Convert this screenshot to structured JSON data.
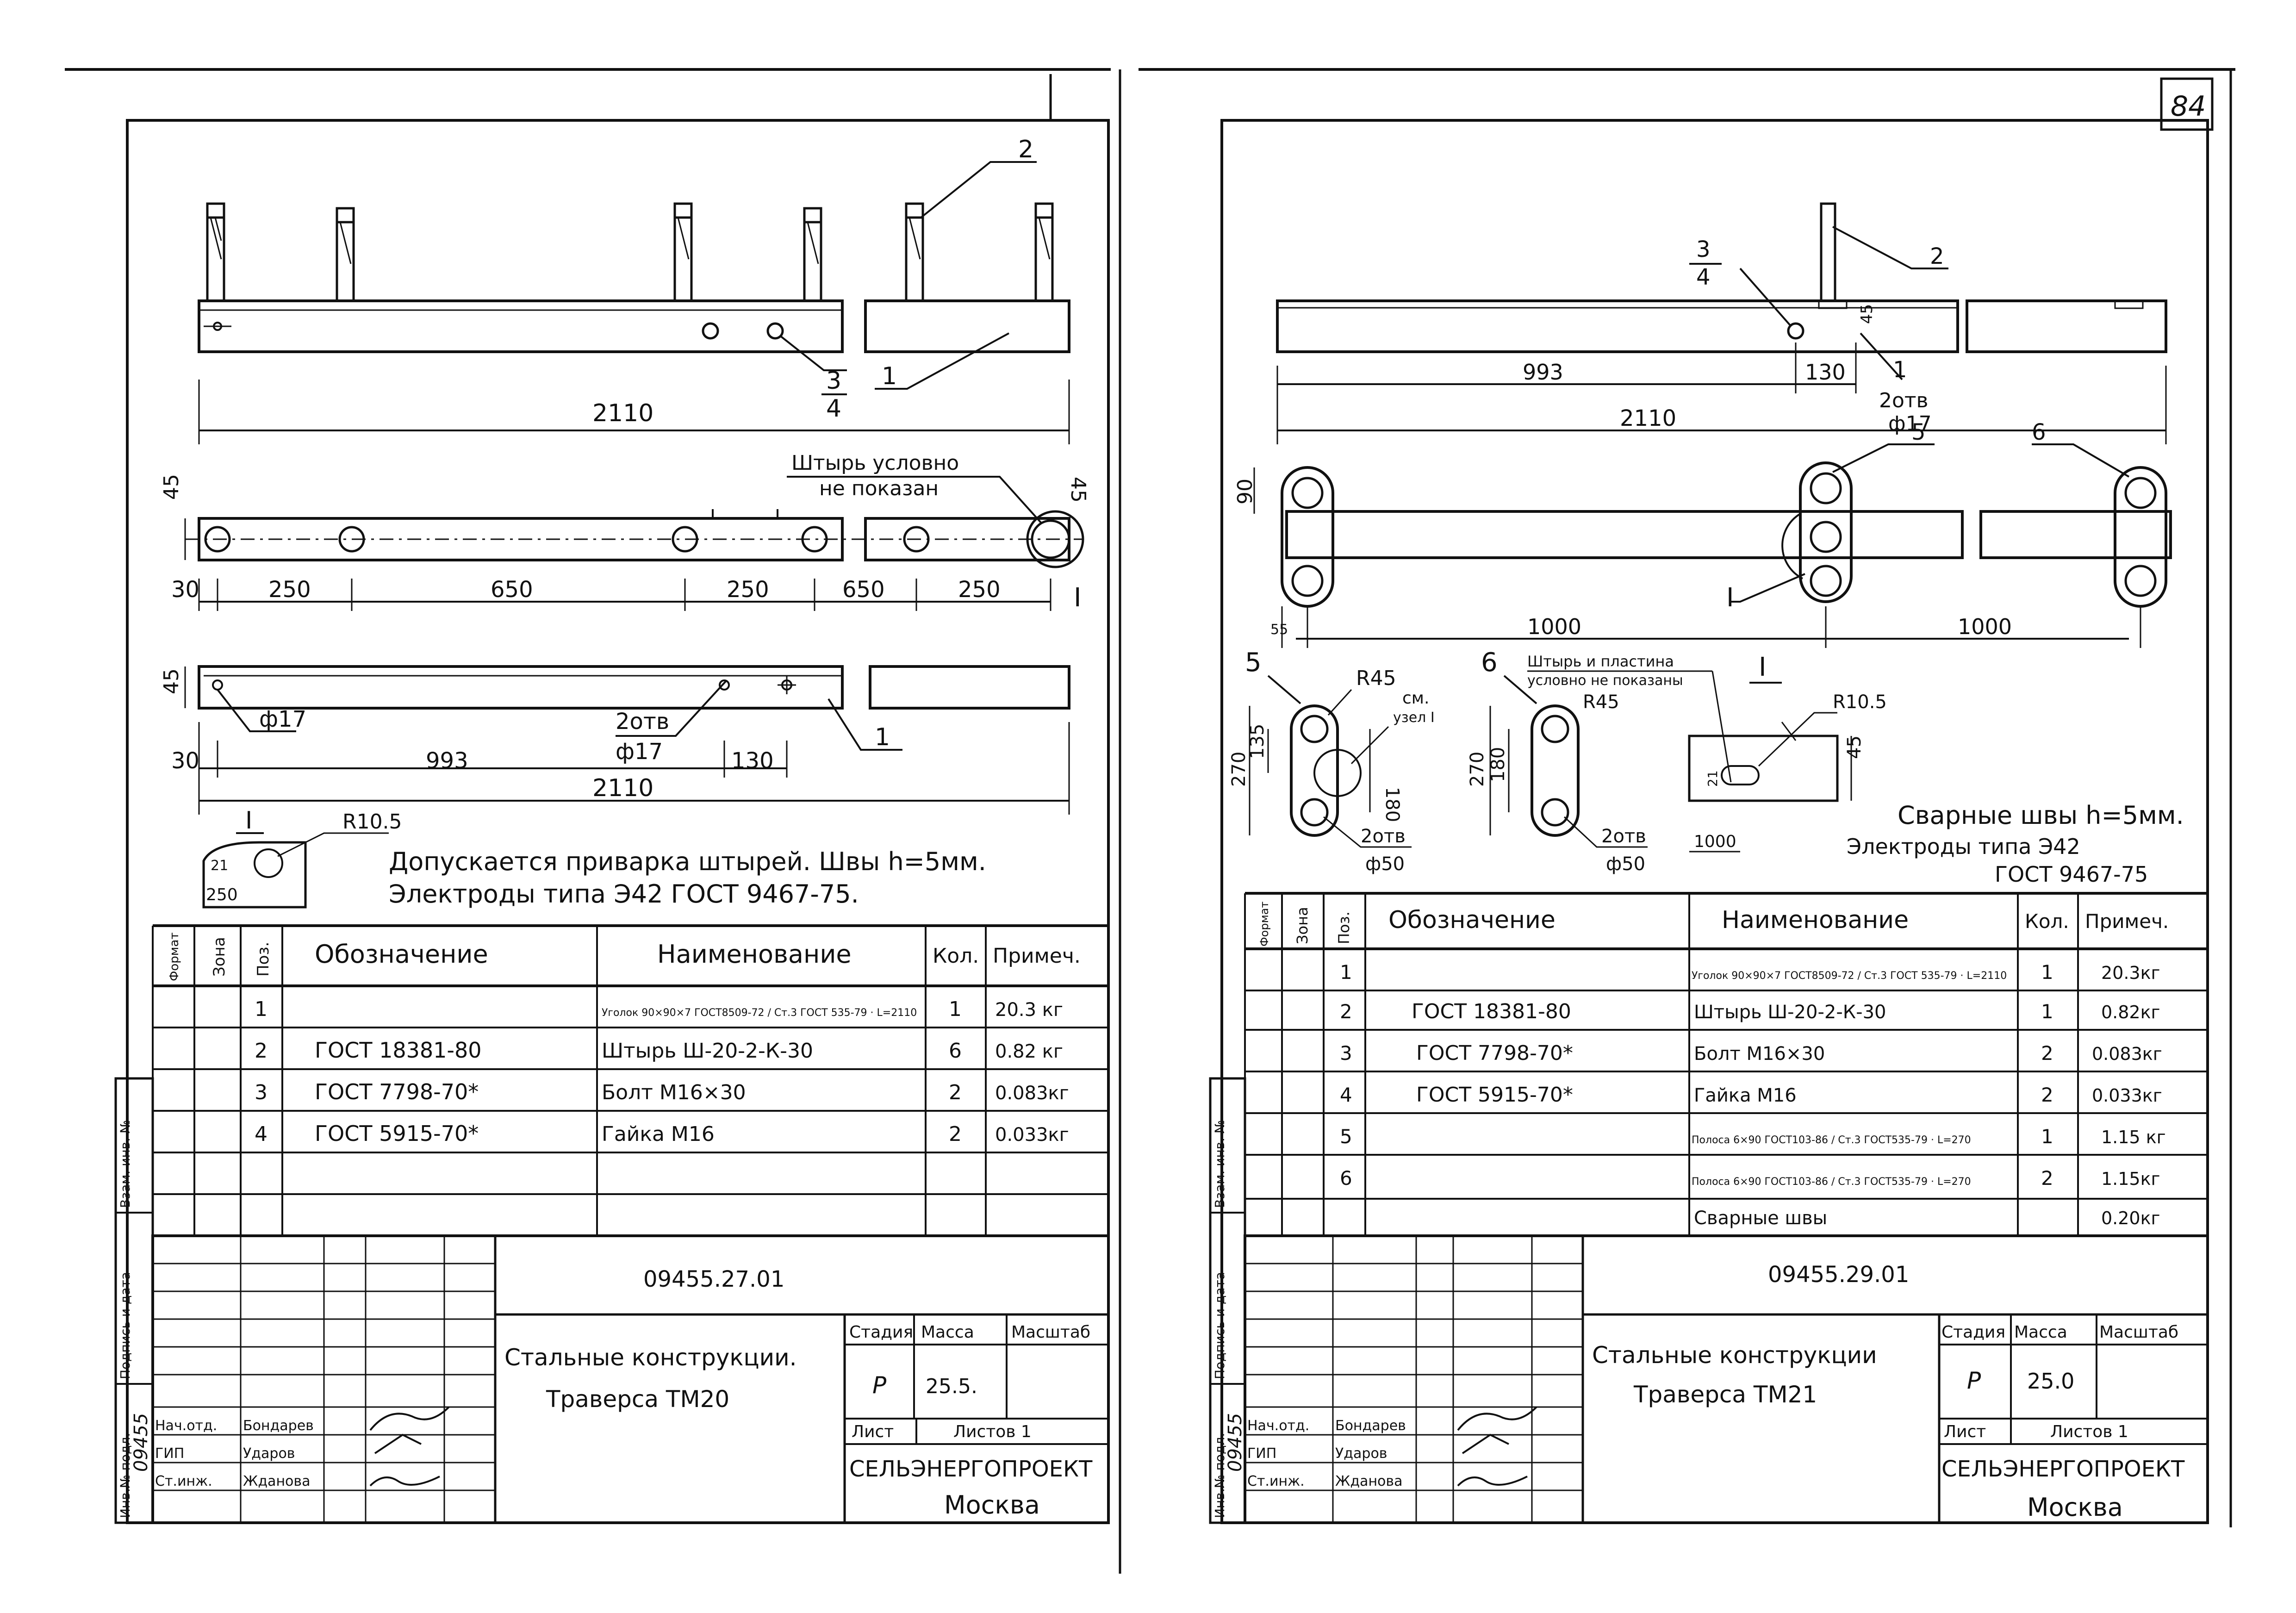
{
  "page_number": "84",
  "sheet_left": {
    "beam_length": "2110",
    "dims_top": [
      "30",
      "250",
      "650",
      "250",
      "650",
      "250"
    ],
    "dims_top_height": "45",
    "dims_bottom": [
      "30",
      "993",
      "130"
    ],
    "dims_bottom_height": "45",
    "callouts": [
      "2",
      "3",
      "4",
      "1",
      "1"
    ],
    "hole_label": "ф17",
    "holes_note": "2отв",
    "holes_note_dia": "ф17",
    "pin_note_1": "Штырь условно",
    "pin_note_2": "не показан",
    "view_mark": "I",
    "detail_mark": "I",
    "detail_radius": "R10.5",
    "detail_dim_a": "250",
    "detail_dim_b": "21",
    "weld_note_1": "Допускается приварка штырей. Швы h=5мм.",
    "weld_note_2": "Электроды типа Э42 ГОСТ 9467-75.",
    "spec_headers": [
      "Формат",
      "Зона",
      "Поз.",
      "Обозначение",
      "Наименование",
      "Кол.",
      "Примеч."
    ],
    "spec_rows": [
      {
        "pos": "1",
        "designation": "",
        "name": "Уголок 90×90×7 ГОСТ8509-72 / Ст.3 ГОСТ 535-79 · L=2110",
        "qty": "1",
        "note": "20.3 кг"
      },
      {
        "pos": "2",
        "designation": "ГОСТ 18381-80",
        "name": "Штырь Ш-20-2-К-30",
        "qty": "6",
        "note": "0.82 кг"
      },
      {
        "pos": "3",
        "designation": "ГОСТ 7798-70*",
        "name": "Болт М16×30",
        "qty": "2",
        "note": "0.083кг"
      },
      {
        "pos": "4",
        "designation": "ГОСТ 5915-70*",
        "name": "Гайка М16",
        "qty": "2",
        "note": "0.033кг"
      }
    ],
    "side_strip": [
      "Инв.№ подл.",
      "Подпись и дата",
      "Взам. инв. №"
    ],
    "inv_number": "09455",
    "doc_code": "09455.27.01",
    "title_1": "Стальные конструкции.",
    "title_2": "Траверса ТМ20",
    "stage_h": "Стадия",
    "mass_h": "Масса",
    "scale_h": "Масштаб",
    "stage": "Р",
    "mass": "25.5.",
    "sheet_h": "Лист",
    "sheets_h": "Листов 1",
    "org": "СЕЛЬЭНЕРГОПРОЕКТ",
    "city": "Москва",
    "sign_rows": [
      {
        "role": "Нач.отд.",
        "name": "Бондарев"
      },
      {
        "role": "ГИП",
        "name": "Ударов"
      },
      {
        "role": "Ст.инж.",
        "name": "Жданова"
      }
    ]
  },
  "sheet_right": {
    "beam_length": "2110",
    "dim_993": "993",
    "dim_130": "130",
    "dim_45": "45",
    "dim_1000_a": "1000",
    "dim_1000_b": "1000",
    "dim_55": "55",
    "dim_90": "90",
    "holes_note": "2отв",
    "holes_dia": "ф17",
    "callouts": [
      "3",
      "4",
      "2",
      "1",
      "5",
      "6"
    ],
    "view_mark": "I",
    "det5_label": "5",
    "det5_r": "R45",
    "det5_see": "см.",
    "det5_see2": "узел I",
    "det5_dims": [
      "270",
      "135",
      "180"
    ],
    "det5_holes": "2отв",
    "det5_dia": "ф50",
    "det6_label": "6",
    "det6_r": "R45",
    "det6_dims": [
      "270",
      "180"
    ],
    "det6_holes": "2отв",
    "det6_dia": "ф50",
    "det_note_1": "Штырь и пластина",
    "det_note_2": "условно не показаны",
    "detI_label": "I",
    "detI_r": "R10.5",
    "detI_dims": [
      "45",
      "21",
      "1000"
    ],
    "weld_note_1": "Сварные швы h=5мм.",
    "weld_note_2": "Электроды типа Э42",
    "weld_note_3": "ГОСТ 9467-75",
    "spec_headers": [
      "Формат",
      "Зона",
      "Поз.",
      "Обозначение",
      "Наименование",
      "Кол.",
      "Примеч."
    ],
    "spec_rows": [
      {
        "pos": "1",
        "designation": "",
        "name": "Уголок 90×90×7 ГОСТ8509-72 / Ст.3 ГОСТ 535-79 · L=2110",
        "qty": "1",
        "note": "20.3кг"
      },
      {
        "pos": "2",
        "designation": "ГОСТ 18381-80",
        "name": "Штырь Ш-20-2-К-30",
        "qty": "1",
        "note": "0.82кг"
      },
      {
        "pos": "3",
        "designation": "ГОСТ 7798-70*",
        "name": "Болт М16×30",
        "qty": "2",
        "note": "0.083кг"
      },
      {
        "pos": "4",
        "designation": "ГОСТ 5915-70*",
        "name": "Гайка М16",
        "qty": "2",
        "note": "0.033кг"
      },
      {
        "pos": "5",
        "designation": "",
        "name": "Полоса 6×90 ГОСТ103-86 / Ст.3 ГОСТ535-79 · L=270",
        "qty": "1",
        "note": "1.15 кг"
      },
      {
        "pos": "6",
        "designation": "",
        "name": "Полоса 6×90 ГОСТ103-86 / Ст.3 ГОСТ535-79 · L=270",
        "qty": "2",
        "note": "1.15кг"
      },
      {
        "pos": "",
        "designation": "",
        "name": "Сварные швы",
        "qty": "",
        "note": "0.20кг"
      }
    ],
    "side_strip": [
      "Инв.№ подл.",
      "Подпись и дата",
      "Взам. инв. №"
    ],
    "inv_number": "09455",
    "doc_code": "09455.29.01",
    "title_1": "Стальные конструкции",
    "title_2": "Траверса ТМ21",
    "stage_h": "Стадия",
    "mass_h": "Масса",
    "scale_h": "Масштаб",
    "stage": "Р",
    "mass": "25.0",
    "sheet_h": "Лист",
    "sheets_h": "Листов 1",
    "org": "СЕЛЬЭНЕРГОПРОЕКТ",
    "city": "Москва",
    "sign_rows": [
      {
        "role": "Нач.отд.",
        "name": "Бондарев"
      },
      {
        "role": "ГИП",
        "name": "Ударов"
      },
      {
        "role": "Ст.инж.",
        "name": "Жданова"
      }
    ]
  }
}
